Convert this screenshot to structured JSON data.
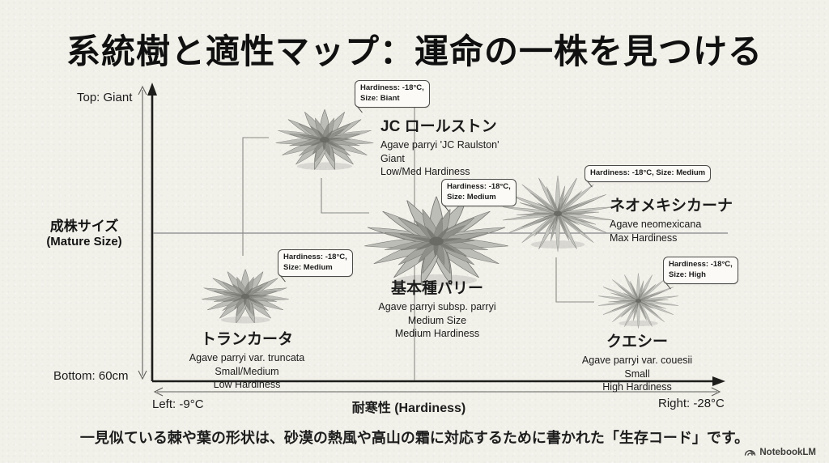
{
  "title": "系統樹と適性マップ：運命の一株を見つける",
  "caption": "一見似ている棘や葉の形状は、砂漠の熱風や高山の霜に対応するために書かれた「生存コード」です。",
  "brand": {
    "name": "NotebookLM",
    "icon": "notebooklm-logo-icon"
  },
  "axes": {
    "y_top": "Top: Giant",
    "y_bottom": "Bottom: 60cm",
    "y_label_ja": "成株サイズ",
    "y_label_en": "(Mature Size)",
    "x_left": "Left: -9°C",
    "x_label": "耐寒性 (Hardiness)",
    "x_right": "Right: -28°C"
  },
  "plants": [
    {
      "name": "JC ロールストン",
      "latin": "Agave parryi 'JC Raulston'",
      "line2": "Giant",
      "line3": "Low/Med Hardiness",
      "callout1": "Hardiness: -18°C,",
      "callout2": "Size: Biant"
    },
    {
      "name": "基本種パリー",
      "latin": "Agave parryi subsp. parryi",
      "line2": "Medium Size",
      "line3": "Medium Hardiness",
      "callout1": "Hardiness: -18°C,",
      "callout2": "Size: Medium"
    },
    {
      "name": "ネオメキシカーナ",
      "latin": "Agave neomexicana",
      "line2": "Max Hardiness",
      "line3": "",
      "callout1": "Hardiness: -18°C, Size: Medium",
      "callout2": ""
    },
    {
      "name": "トランカータ",
      "latin": "Agave parryi var. truncata",
      "line2": "Small/Medium",
      "line3": "Low Hardiness",
      "callout1": "Hardiness: -18°C,",
      "callout2": "Size: Medium"
    },
    {
      "name": "クエシー",
      "latin": "Agave parryi var. couesii",
      "line2": "Small",
      "line3": "High Hardiness",
      "callout1": "Hardiness: -18°C,",
      "callout2": "Size: High"
    }
  ],
  "colors": {
    "background": "#f1f0e9",
    "ink": "#161616",
    "axis": "#1d1d1b",
    "connector": "#8b8b86",
    "plant_light": "#c2c2bd",
    "plant_mid": "#a5a5a0",
    "plant_dark": "#75756f"
  }
}
